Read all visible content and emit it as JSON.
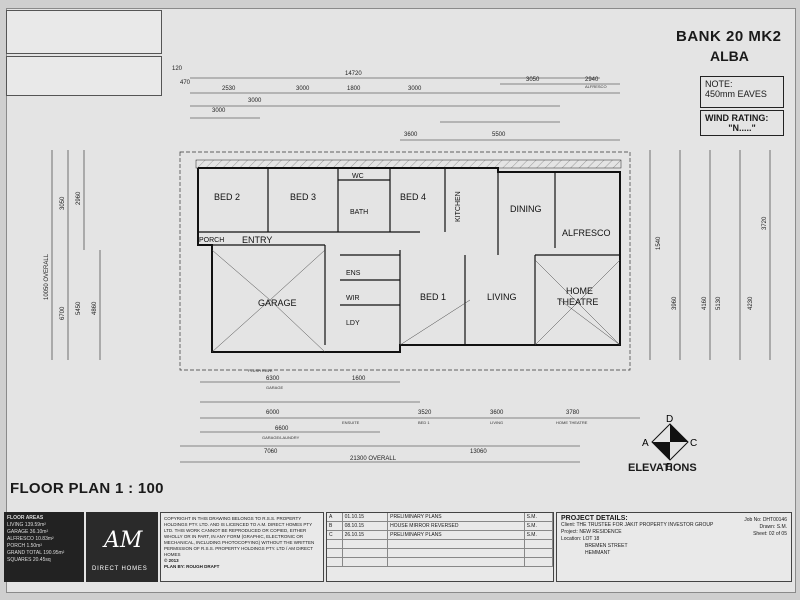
{
  "header": {
    "title": "BANK 20 MK2",
    "subtitle": "ALBA",
    "note_label": "NOTE:",
    "note_value": "450mm EAVES",
    "wind_label": "WIND RATING:",
    "wind_value": "\"N.....\""
  },
  "plan": {
    "title": "FLOOR PLAN 1 : 100",
    "rooms": {
      "bed2": "BED 2",
      "bed3": "BED 3",
      "bed4": "BED 4",
      "kitchen": "KITCHEN",
      "dining": "DINING",
      "alfresco": "ALFRESCO",
      "entry": "ENTRY",
      "porch": "PORCH",
      "garage": "GARAGE",
      "bed1": "BED 1",
      "living": "LIVING",
      "home_theatre_1": "HOME",
      "home_theatre_2": "THEATRE",
      "bath": "BATH",
      "wc": "WC",
      "ens": "ENS",
      "wir": "WIR",
      "ldy": "LDY"
    },
    "top_dims": {
      "overall_top": "14720",
      "d3050": "3050",
      "d2940": "2940",
      "alfresco": "ALFRESCO",
      "d2530": "2530",
      "d3000a": "3000",
      "d1800": "1800",
      "d3000b": "3000",
      "d3000c": "3000",
      "d3600": "3600",
      "d5500": "5500",
      "d3000d": "3000",
      "d120": "120",
      "d470": "470"
    },
    "bottom_dims": {
      "d6300": "6300",
      "garage": "GARAGE",
      "d1600": "1600",
      "d6000": "6000",
      "d3520": "3520",
      "d3600": "3600",
      "d3780": "3780",
      "d6600": "6600",
      "garage_laundry": "GARAGE/LAUNDRY",
      "d7060": "7060",
      "d13060": "13060",
      "overall": "21300 OVERALL",
      "ensuite": "ENSUITE",
      "bed1": "BED 1",
      "living": "LIVING",
      "home_theatre": "HOME THEATRE",
      "flush_eave": "FLUSH EAVE"
    },
    "left_dims": {
      "d10050": "10050 OVERALL",
      "d6700": "6700",
      "d3050": "3050",
      "d2960": "2960",
      "d5450": "5450",
      "d4860": "4860"
    },
    "right_dims": {
      "d3960": "3960",
      "d4160": "4160",
      "d5130": "5130",
      "d4230": "4230",
      "d3720": "3720",
      "d1540": "1540"
    }
  },
  "compass": {
    "d": "D",
    "a": "A",
    "b": "B",
    "c": "C",
    "label": "ELEVATIONS"
  },
  "title_block": {
    "areas_title": "FLOOR AREAS",
    "areas": [
      "LIVING 139.59m²",
      "GARAGE 36.10m²",
      "ALFRESCO 10.83m²",
      "PORCH 1.50m²",
      "GRAND TOTAL 190.95m²",
      "SQUARES 20.45sq"
    ],
    "logo_mark": "AM",
    "logo_name": "DIRECT HOMES",
    "copyright": "COPYRIGHT IN THIS DRAWING BELONGS TO R.S.S. PROPERTY HOLDINGS PTY. LTD. AND IS LICENCED TO A.M. DIRECT HOMES PTY LTD. THIS WORK CANNOT BE REPRODUCED OR COPIED, EITHER WHOLLY OR IN PART, IN ANY FORM (GRAPHIC, ELECTRONIC OR MECHANICAL, INCLUDING PHOTOCOPYING) WITHOUT THE WRITTEN PERMISSION OF R.S.S. PROPERTY HOLDINGS PTY. LTD / AM DIRECT HOMES",
    "copyright_year": "© 2013",
    "plan_by": "PLAN BY: ROUGH DRAFT",
    "revisions": [
      {
        "rev": "A",
        "date": "01.10.15",
        "desc": "PRELIMINARY PLANS",
        "by": "S.M."
      },
      {
        "rev": "B",
        "date": "08.10.15",
        "desc": "HOUSE MIRROR REVERSED",
        "by": "S.M."
      },
      {
        "rev": "C",
        "date": "26.10.15",
        "desc": "PRELIMINARY PLANS",
        "by": "S.M."
      }
    ],
    "project_head": "PROJECT DETAILS:",
    "client_label": "Client:",
    "client": "THE TRUSTEE FOR JAKIT PROPERTY INVESTOR GROUP",
    "project_label": "Project:",
    "project": "NEW RESIDENCE",
    "location_label": "Location:",
    "location_1": "LOT 18",
    "location_2": "BREMEN STREET",
    "location_3": "HEMMANT",
    "job_label": "Job No:",
    "job_no": "DHT00146",
    "drawn_label": "Drawn:",
    "drawn": "S.M.",
    "sheet_label": "Sheet:",
    "sheet": "02 of 05"
  },
  "colors": {
    "line": "#1a1a1a",
    "paper": "#e4e4e4",
    "hatch": "#9a9a9a"
  }
}
